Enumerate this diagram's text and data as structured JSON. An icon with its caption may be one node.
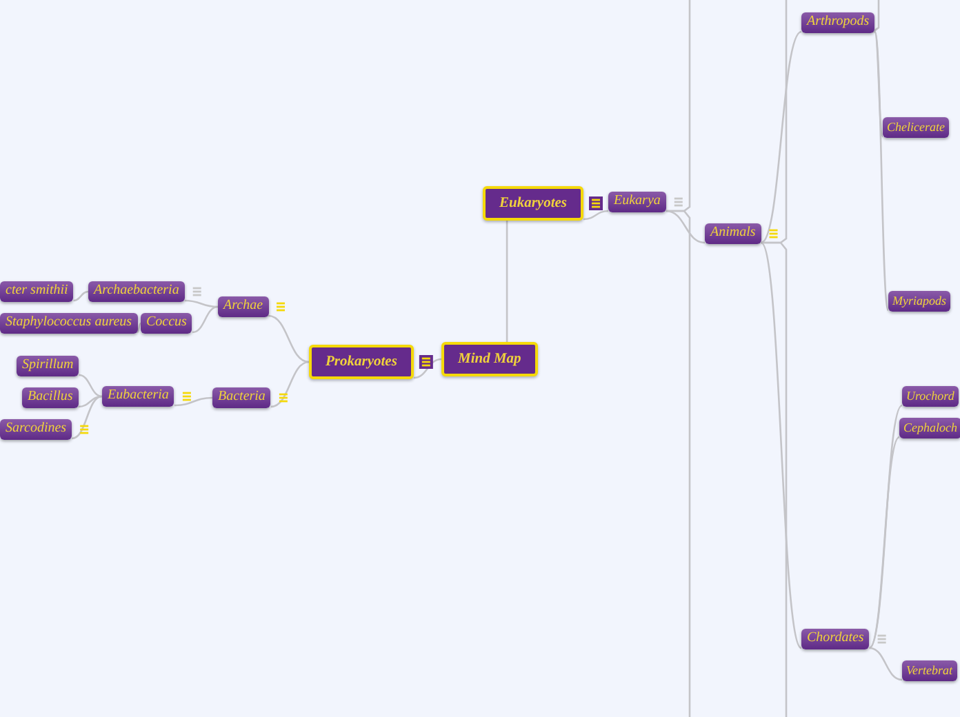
{
  "diagram": {
    "nodes": [
      {
        "text": [
          "Mind Map"
        ]
      },
      {
        "text": [
          "Prokaryotes"
        ]
      },
      {
        "text": [
          "Eukaryotes"
        ]
      },
      {
        "text": [
          "Archae"
        ]
      },
      {
        "text": [
          "Bacteria"
        ]
      },
      {
        "text": [
          "Archaebacteria"
        ]
      },
      {
        "text": [
          "Coccus"
        ]
      },
      {
        "text": [
          "cter smithii"
        ]
      },
      {
        "text": [
          "Staphylococcus aureus"
        ]
      },
      {
        "text": [
          "Eubacteria"
        ]
      },
      {
        "text": [
          "Spirillum"
        ]
      },
      {
        "text": [
          "Bacillus"
        ]
      },
      {
        "text": [
          "Sarcodines"
        ]
      },
      {
        "text": [
          "Eukarya"
        ]
      },
      {
        "text": [
          "Animals"
        ]
      },
      {
        "text": [
          "Arthropods"
        ]
      },
      {
        "text": [
          "Chelicerate"
        ]
      },
      {
        "text": [
          "Myriapods"
        ]
      },
      {
        "text": [
          "Chordates"
        ]
      },
      {
        "text": [
          "Urochord"
        ]
      },
      {
        "text": [
          "Cephaloch"
        ]
      },
      {
        "text": [
          "Vertebrat"
        ]
      }
    ],
    "edges": [
      {
        "from": 0,
        "to": 1,
        "arrow": "none"
      },
      {
        "from": 0,
        "to": 2,
        "arrow": "none"
      },
      {
        "from": 1,
        "to": 3,
        "arrow": "none"
      },
      {
        "from": 1,
        "to": 4,
        "arrow": "none"
      },
      {
        "from": 3,
        "to": 5,
        "arrow": "none"
      },
      {
        "from": 3,
        "to": 6,
        "arrow": "none"
      },
      {
        "from": 5,
        "to": 7,
        "arrow": "none"
      },
      {
        "from": 6,
        "to": 8,
        "arrow": "none"
      },
      {
        "from": 4,
        "to": 9,
        "arrow": "none"
      },
      {
        "from": 9,
        "to": 10,
        "arrow": "none"
      },
      {
        "from": 9,
        "to": 11,
        "arrow": "none"
      },
      {
        "from": 9,
        "to": 12,
        "arrow": "none"
      },
      {
        "from": 2,
        "to": 13,
        "arrow": "none"
      },
      {
        "from": 13,
        "to": 14,
        "arrow": "none"
      },
      {
        "from": 14,
        "to": 15,
        "arrow": "none"
      },
      {
        "from": 15,
        "to": 16,
        "arrow": "none"
      },
      {
        "from": 15,
        "to": 17,
        "arrow": "none"
      },
      {
        "from": 14,
        "to": 18,
        "arrow": "none"
      },
      {
        "from": 18,
        "to": 19,
        "arrow": "none"
      },
      {
        "from": 18,
        "to": 20,
        "arrow": "none"
      },
      {
        "from": 18,
        "to": 21,
        "arrow": "none"
      },
      {
        "from": 13,
        "to": null,
        "arrow": "none"
      },
      {
        "from": 13,
        "to": null,
        "arrow": "none"
      },
      {
        "from": 14,
        "to": null,
        "arrow": "none"
      },
      {
        "from": 14,
        "to": null,
        "arrow": "none"
      },
      {
        "from": 15,
        "to": null,
        "arrow": "none"
      }
    ]
  }
}
